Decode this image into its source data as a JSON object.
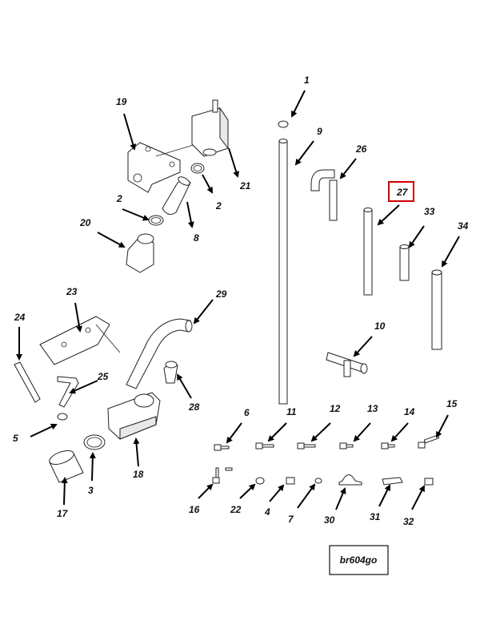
{
  "diagram": {
    "reference_code": "br604go",
    "highlighted_callout": "27",
    "highlight_color": "#d40000",
    "callouts": {
      "c1": "1",
      "c9": "9",
      "c26": "26",
      "c27": "27",
      "c33": "33",
      "c34": "34",
      "c19": "19",
      "c21": "21",
      "c2a": "2",
      "c2b": "2",
      "c8": "8",
      "c20": "20",
      "c10": "10",
      "c23": "23",
      "c24": "24",
      "c25": "25",
      "c29": "29",
      "c28": "28",
      "c5": "5",
      "c18": "18",
      "c3": "3",
      "c17": "17",
      "c6": "6",
      "c11": "11",
      "c12": "12",
      "c13": "13",
      "c14": "14",
      "c15": "15",
      "c16": "16",
      "c22": "22",
      "c4": "4",
      "c7": "7",
      "c30": "30",
      "c31": "31",
      "c32": "32"
    }
  }
}
